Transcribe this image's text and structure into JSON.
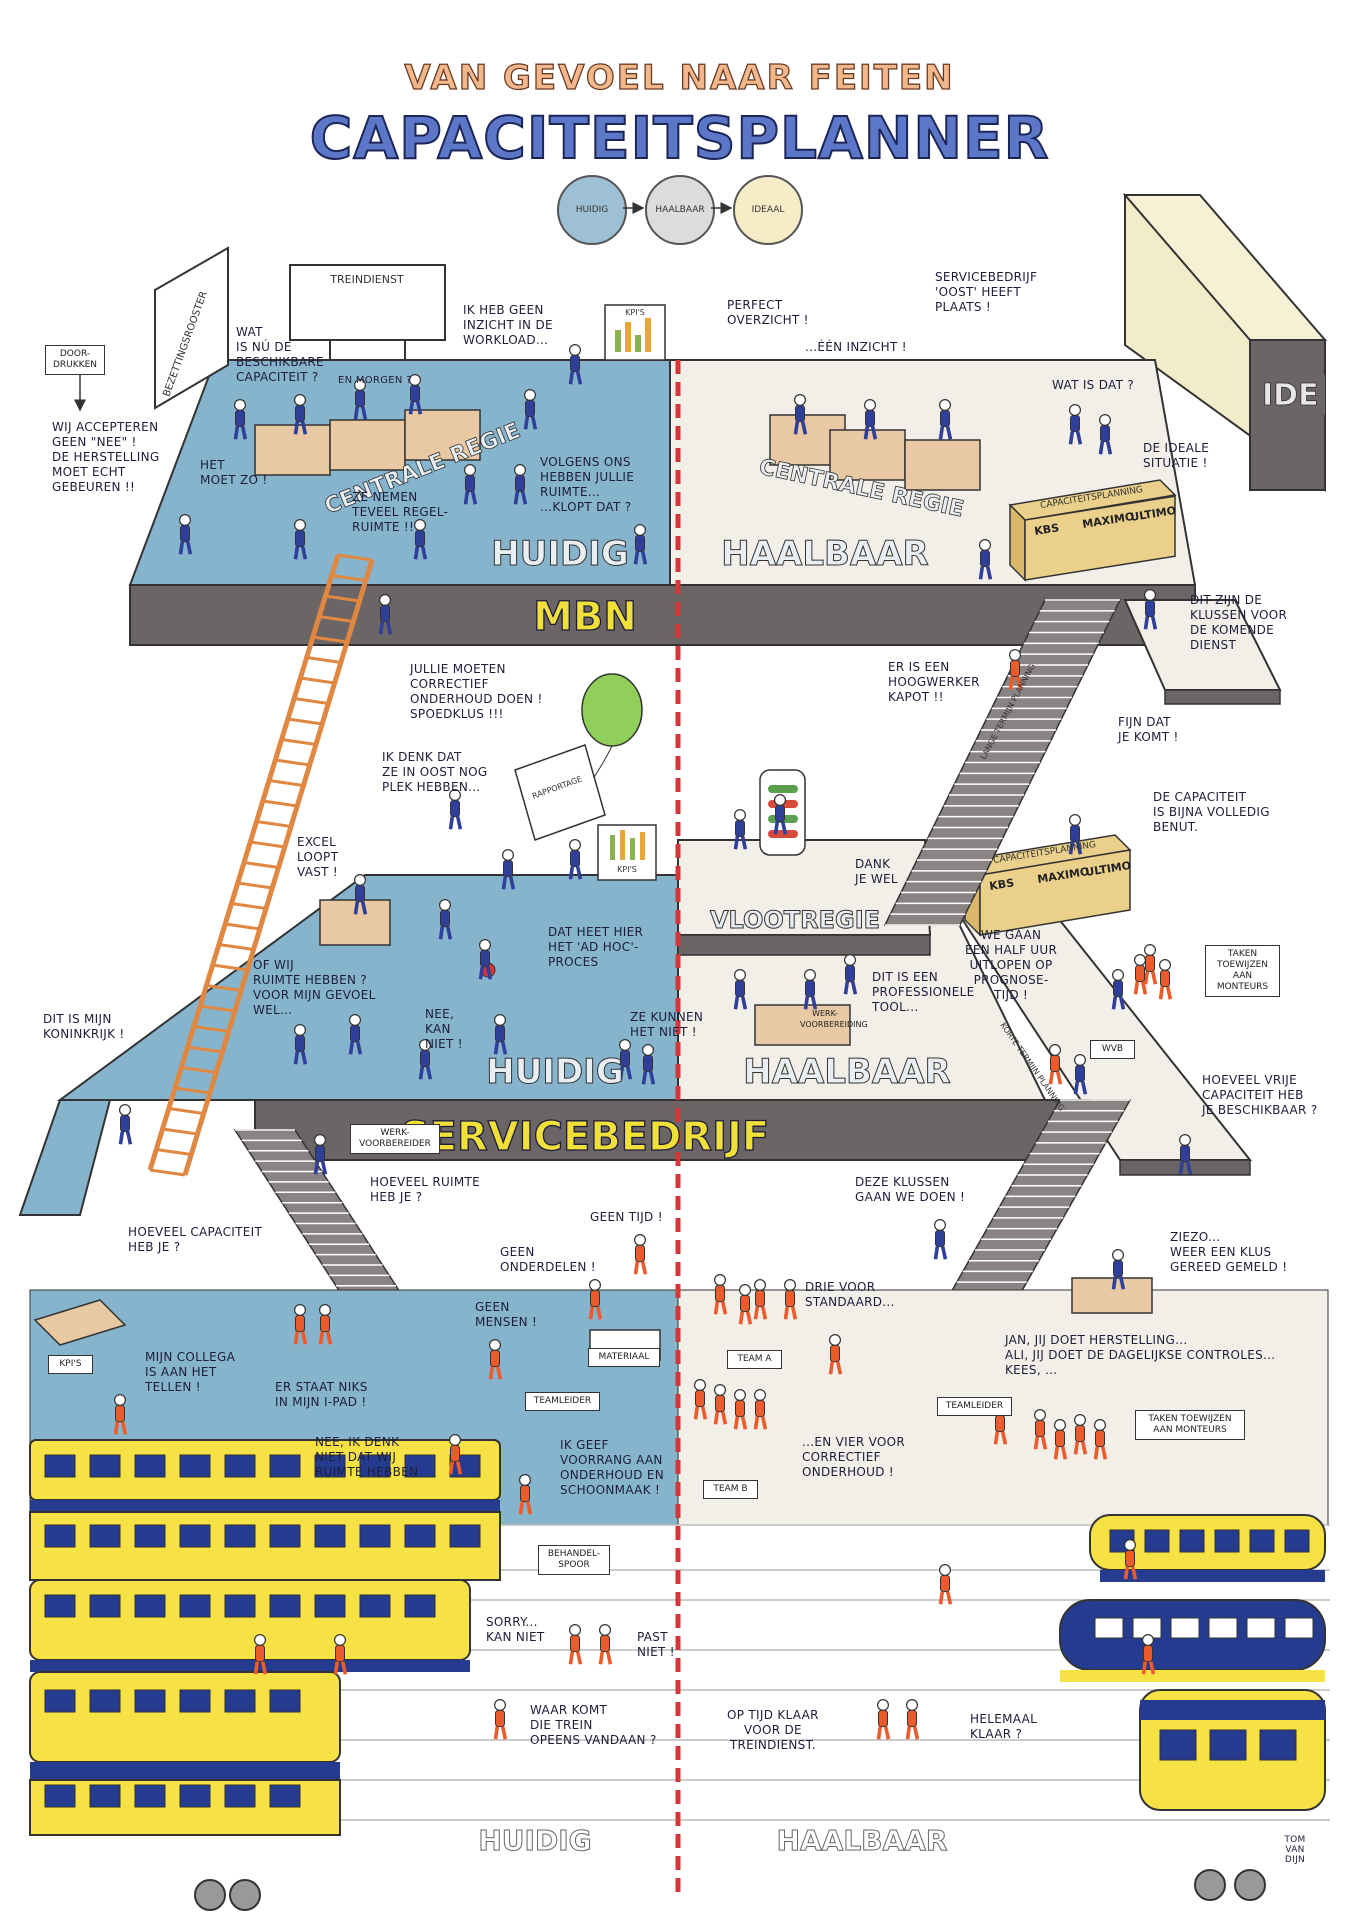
{
  "title": {
    "top": "VAN GEVOEL NAAR FEITEN",
    "main": "CAPACITEITSPLANNER"
  },
  "stages": [
    "HUIDIG",
    "HAALBAAR",
    "IDEAAL"
  ],
  "colors": {
    "huidig_floor": "#86b4cc",
    "haalbaar_floor": "#f2efe9",
    "level_band": "#6b6565",
    "staff_blue": "#2f3f9a",
    "worker_orange": "#ec5b2b",
    "train_yellow": "#f7e245",
    "train_blue": "#243b8f",
    "ladder": "#e08742",
    "divider_red": "#d83636"
  },
  "levels": {
    "top": {
      "name": "MBN",
      "left_zone": "HUIDIG",
      "right_zone": "HAALBAAR",
      "room": "CENTRALE REGIE"
    },
    "mid": {
      "name": "SERVICEBEDRIJF",
      "left_zone": "HUIDIG",
      "right_zone": "HAALBAAR",
      "room": "VLOOTREGIE"
    },
    "bottom": {
      "left_zone": "HUIDIG",
      "right_zone": "HAALBAAR"
    }
  },
  "ideal_block": "IDE",
  "boards": {
    "treindienst": "TREINDIENST",
    "bezetting": "BEZETTINGSROOSTER",
    "kpis": "KPI'S",
    "kpis_mid": "KPI'S",
    "rapportage": "RAPPORTAGE",
    "doordrukken": "DOOR-\nDRUKKEN",
    "capaciteitsplanning": "CAPACITEITSPLANNING",
    "tools": [
      "KBS",
      "MAXIMO",
      "ULTIMO"
    ],
    "werkvoorbereider": "WERK-\nVOORBEREIDER",
    "werkvoorbereiding_desk": "WERK-\nVOORBEREIDING",
    "wvb": "WVB",
    "taken_toewijzen": "TAKEN\nTOEWIJZEN\nAAN\nMONTEURS",
    "taken_toewijzen_bottom": "TAKEN TOEWIJZEN\nAAN MONTEURS",
    "teamleider_left": "TEAMLEIDER",
    "teamleider_right": "TEAMLEIDER",
    "materiaal": "MATERIAAL",
    "kpis_bottom": "KPI'S",
    "team_a": "TEAM A",
    "team_b": "TEAM B",
    "behandelspoor": "BEHANDEL-\nSPOOR",
    "signature": "TOM\nVAN\nDIJN",
    "lange_termijn_planning": "LANGE TERMIJN PLANNING",
    "korte_termijn": "KORTE TERMIJN PLANNING"
  },
  "bubbles": {
    "wat_is_nu": "WAT\nIS NÚ DE\nBESCHIKBARE\nCAPACITEIT ?",
    "en_morgen": "EN MORGEN ?",
    "geen_inzicht": "IK HEB GEEN\nINZICHT IN DE\nWORKLOAD...",
    "wij_accepteren": "WIJ ACCEPTEREN\nGEEN \"NEE\" !\nDE HERSTELLING\nMOET ECHT\nGEBEUREN !!",
    "het_moet_zo": "HET\nMOET ZO !",
    "ze_nemen": "ZE NEMEN\nTEVEEL REGEL-\nRUIMTE !!",
    "volgens_ons": "VOLGENS ONS\nHEBBEN JULLIE\nRUIMTE...\n...KLOPT DAT ?",
    "perfect": "PERFECT\nOVERZICHT !",
    "een_inzicht": "...ÉÉN INZICHT !",
    "servicebedrijf_oost": "SERVICEBEDRIJF\n'OOST' HEEFT\nPLAATS !",
    "wat_is_dat": "WAT IS DAT ?",
    "ideale_situatie": "DE IDEALE\nSITUATIE !",
    "klussen_komende": "DIT ZIJN DE\nKLUSSEN VOOR\nDE KOMENDE\nDIENST",
    "hoogwerker": "ER IS EEN\nHOOGWERKER\nKAPOT !!",
    "fijn_dat": "FIJN DAT\nJE KOMT !",
    "jullie_moeten": "JULLIE MOETEN\nCORRECTIEF\nONDERHOUD DOEN !\nSPOEDKLUS !!!",
    "ik_denk_oost": "IK DENK DAT\nZE IN OOST NOG\nPLEK HEBBEN...",
    "excel": "EXCEL\nLOOPT\nVAST !",
    "dank_je_wel": "DANK\nJE WEL",
    "capaciteit_benut": "DE CAPACITEIT\nIS BIJNA VOLLEDIG\nBENUT.",
    "half_uur": "WE GAAN\nEEN HALF UUR\nUITLOPEN OP\nPROGNOSE-\nTIJD !",
    "of_wij_ruimte": "OF WIJ\nRUIMTE HEBBEN ?\nVOOR MIJN GEVOEL\nWEL...",
    "nee_kan_niet": "NEE,\nKAN\nNIET !",
    "ad_hoc": "DAT HEET HIER\nHET 'AD HOC'-\nPROCES",
    "ze_kunnen": "ZE KUNNEN\nHET NIET !",
    "professionele_tool": "DIT IS EEN\nPROFESSIONELE\nTOOL...",
    "koninkrijk": "DIT IS MIJN\nKONINKRIJK !",
    "hoeveel_vrije": "HOEVEEL VRIJE\nCAPACITEIT HEB\nJE BESCHIKBAAR ?",
    "hoeveel_ruimte": "HOEVEEL RUIMTE\nHEB JE ?",
    "deze_klussen": "DEZE KLUSSEN\nGAAN WE DOEN !",
    "hoeveel_capaciteit": "HOEVEEL CAPACITEIT\nHEB JE ?",
    "geen_tijd": "GEEN TIJD !",
    "geen_onderdelen": "GEEN\nONDERDELEN !",
    "ziezo": "ZIEZO...\nWEER EEN KLUS\nGEREED GEMELD !",
    "geen_mensen": "GEEN\nMENSEN !",
    "drie_voor": "DRIE VOOR\nSTANDAARD...",
    "jan_ali": "JAN, JIJ DOET HERSTELLING...\nALI, JIJ DOET DE DAGELIJKSE CONTROLES...\nKEES, ...",
    "collega_tellen": "MIJN COLLEGA\nIS AAN HET\nTELLEN !",
    "er_staat_niks": "ER STAAT NIKS\nIN MIJN I-PAD !",
    "nee_ik_denk": "NEE, IK DENK\nNIET DAT WIJ\nRUIMTE HEBBEN",
    "voorrang": "IK GEEF\nVOORRANG AAN\nONDERHOUD EN\nSCHOONMAAK !",
    "vier_voor": "...EN VIER VOOR\nCORRECTIEF\nONDERHOUD !",
    "sorry": "SORRY...\nKAN NIET",
    "past_niet": "PAST\nNIET !",
    "waar_komt": "WAAR KOMT\nDIE TREIN\nOPEENS VANDAAN ?",
    "op_tijd": "OP TIJD KLAAR\nVOOR DE\nTREINDIENST.",
    "helemaal": "HELEMAAL\nKLAAR ?"
  },
  "footer": {
    "left": "HUIDIG",
    "right": "HAALBAAR"
  }
}
